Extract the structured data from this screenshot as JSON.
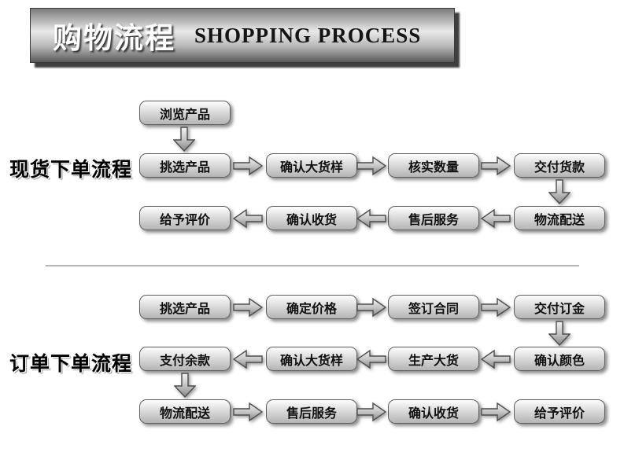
{
  "header": {
    "title_zh": "购物流程",
    "title_en": "SHOPPING PROCESS"
  },
  "flows": [
    {
      "label": "现货下单流程",
      "start_node": "浏览产品",
      "rows": [
        {
          "direction": "right",
          "nodes": [
            "挑选产品",
            "确认大货样",
            "核实数量",
            "交付货款"
          ]
        },
        {
          "direction": "left",
          "nodes": [
            "给予评价",
            "确认收货",
            "售后服务",
            "物流配送"
          ]
        }
      ]
    },
    {
      "label": "订单下单流程",
      "rows": [
        {
          "direction": "right",
          "nodes": [
            "挑选产品",
            "确定价格",
            "签订合同",
            "交付订金"
          ]
        },
        {
          "direction": "left",
          "nodes": [
            "支付余款",
            "确认大货样",
            "生产大货",
            "确认颜色"
          ]
        },
        {
          "direction": "right",
          "nodes": [
            "物流配送",
            "售后服务",
            "确认收货",
            "给予评价"
          ]
        }
      ]
    }
  ]
}
